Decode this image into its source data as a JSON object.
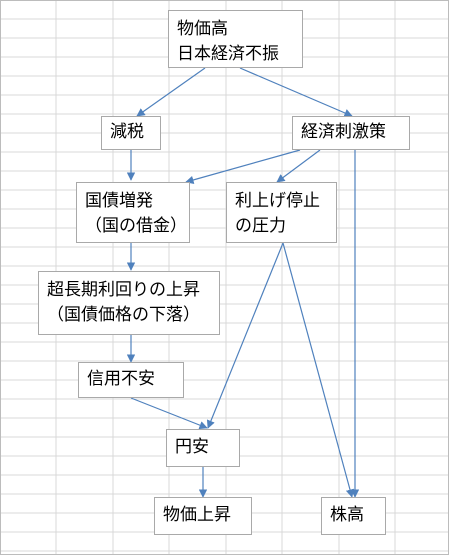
{
  "diagram": {
    "colors": {
      "arrow": "#4f81bd",
      "grid": "#d9d9d9",
      "box_border": "#a9a9a9",
      "text": "#000000"
    },
    "nodes": {
      "n1": {
        "lines": [
          "物価高",
          "日本経済不振"
        ]
      },
      "n2": {
        "lines": [
          "減税"
        ]
      },
      "n3": {
        "lines": [
          "経済刺激策"
        ]
      },
      "n4": {
        "lines": [
          "国債増発",
          "（国の借金）"
        ]
      },
      "n5": {
        "lines": [
          "利上げ停止",
          "の圧力"
        ]
      },
      "n6": {
        "lines": [
          "超長期利回りの上昇",
          "（国債価格の下落）"
        ]
      },
      "n7": {
        "lines": [
          "信用不安"
        ]
      },
      "n8": {
        "lines": [
          "円安"
        ]
      },
      "n9": {
        "lines": [
          "物価上昇"
        ]
      },
      "n10": {
        "lines": [
          "株高"
        ]
      }
    },
    "edges": [
      {
        "from": "物価高/日本経済不振",
        "to": "減税"
      },
      {
        "from": "物価高/日本経済不振",
        "to": "経済刺激策"
      },
      {
        "from": "減税",
        "to": "国債増発"
      },
      {
        "from": "経済刺激策",
        "to": "国債増発"
      },
      {
        "from": "経済刺激策",
        "to": "利上げ停止の圧力"
      },
      {
        "from": "経済刺激策",
        "to": "株高"
      },
      {
        "from": "国債増発",
        "to": "超長期利回りの上昇"
      },
      {
        "from": "超長期利回りの上昇",
        "to": "信用不安"
      },
      {
        "from": "信用不安",
        "to": "円安"
      },
      {
        "from": "利上げ停止の圧力",
        "to": "円安"
      },
      {
        "from": "利上げ停止の圧力",
        "to": "株高"
      },
      {
        "from": "円安",
        "to": "物価上昇"
      }
    ]
  }
}
